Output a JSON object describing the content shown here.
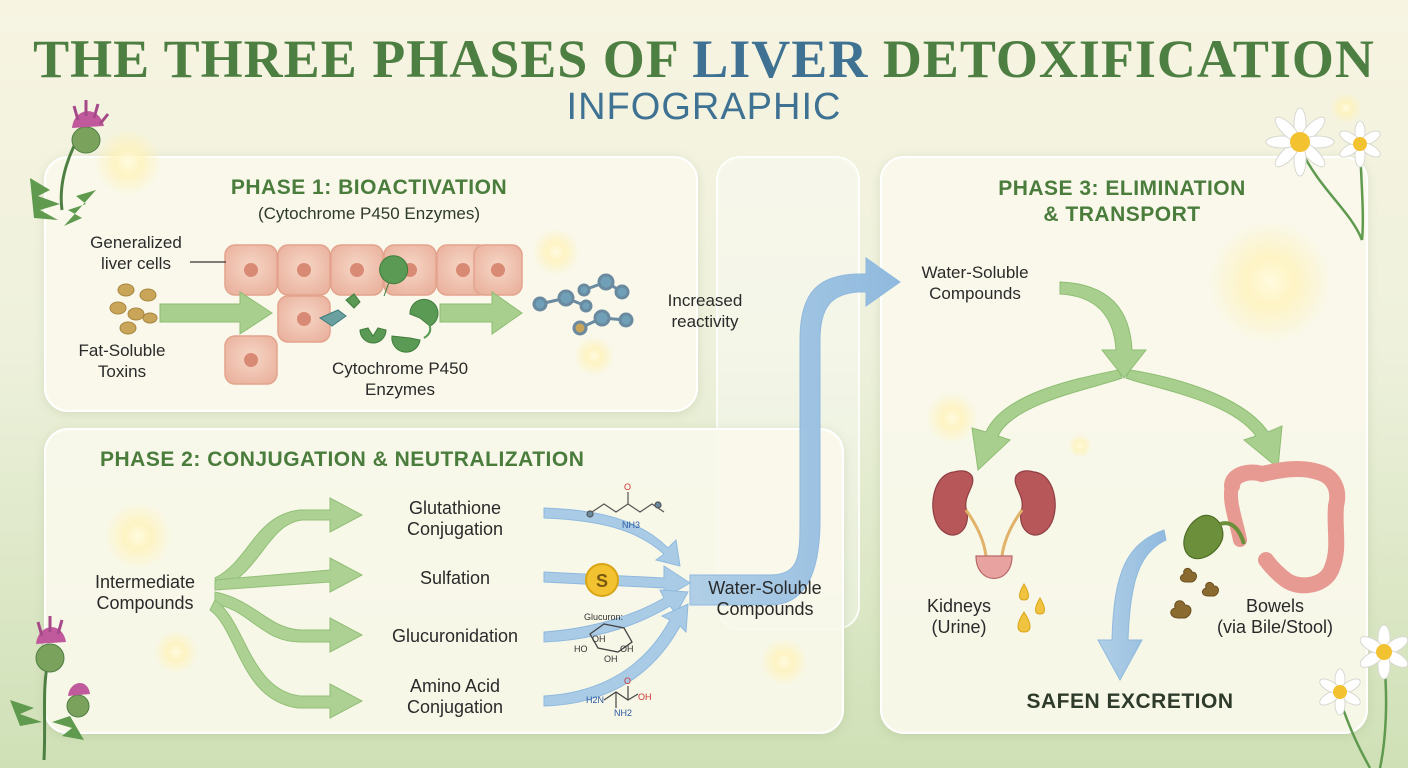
{
  "title": {
    "main_prefix": "THE THREE PHASES OF ",
    "main_highlight": "LIVER",
    "main_suffix": " DETOXIFICATION",
    "subtitle": "INFOGRAPHIC"
  },
  "phase1": {
    "heading": "PHASE 1: BIOACTIVATION",
    "subheading": "(Cytochrome P450 Enzymes)",
    "cells_label": "Generalized\nliver cells",
    "toxins_label": "Fat-Soluble\nToxins",
    "enzymes_label": "Cytochrome P450\nEnzymes",
    "result_label": "Increased\nreactivity"
  },
  "phase2": {
    "heading": "PHASE 2: CONJUGATION & NEUTRALIZATION",
    "input_label": "Intermediate\nCompounds",
    "pathways": [
      {
        "label": "Glutathione\nConjugation"
      },
      {
        "label": "Sulfation"
      },
      {
        "label": "Glucuronidation"
      },
      {
        "label": "Amino Acid\nConjugation"
      }
    ],
    "output_label": "Water-Soluble\nCompounds",
    "sulfur_symbol": "S",
    "glucuronic_label": "Glucuron:",
    "chem_labels": {
      "nh3": "NH3",
      "o": "O",
      "oh": "OH",
      "ho": "HO",
      "h2n": "H2N",
      "nh2": "NH2"
    }
  },
  "phase3": {
    "heading": "PHASE 3: ELIMINATION\n& TRANSPORT",
    "input_label": "Water-Soluble\nCompounds",
    "kidneys_label": "Kidneys\n(Urine)",
    "bowels_label": "Bowels\n(via Bile/Stool)",
    "final_label": "SAFEN EXCRETION"
  },
  "colors": {
    "green_arrow": "#a9cf8f",
    "blue_arrow": "#a9cbe6",
    "heading_green": "#4a7c3c",
    "title_blue": "#3f7292",
    "cell_pink": "#f2c7b5",
    "enzyme_green": "#5a9a55",
    "kidney_red": "#b8575a",
    "colon_pink": "#e79a92"
  },
  "icons": [
    "milk-thistle-icon",
    "chamomile-icon",
    "kidney-icon",
    "colon-icon",
    "gallbladder-icon",
    "molecule-icon",
    "sulfur-icon",
    "droplet-icon"
  ]
}
